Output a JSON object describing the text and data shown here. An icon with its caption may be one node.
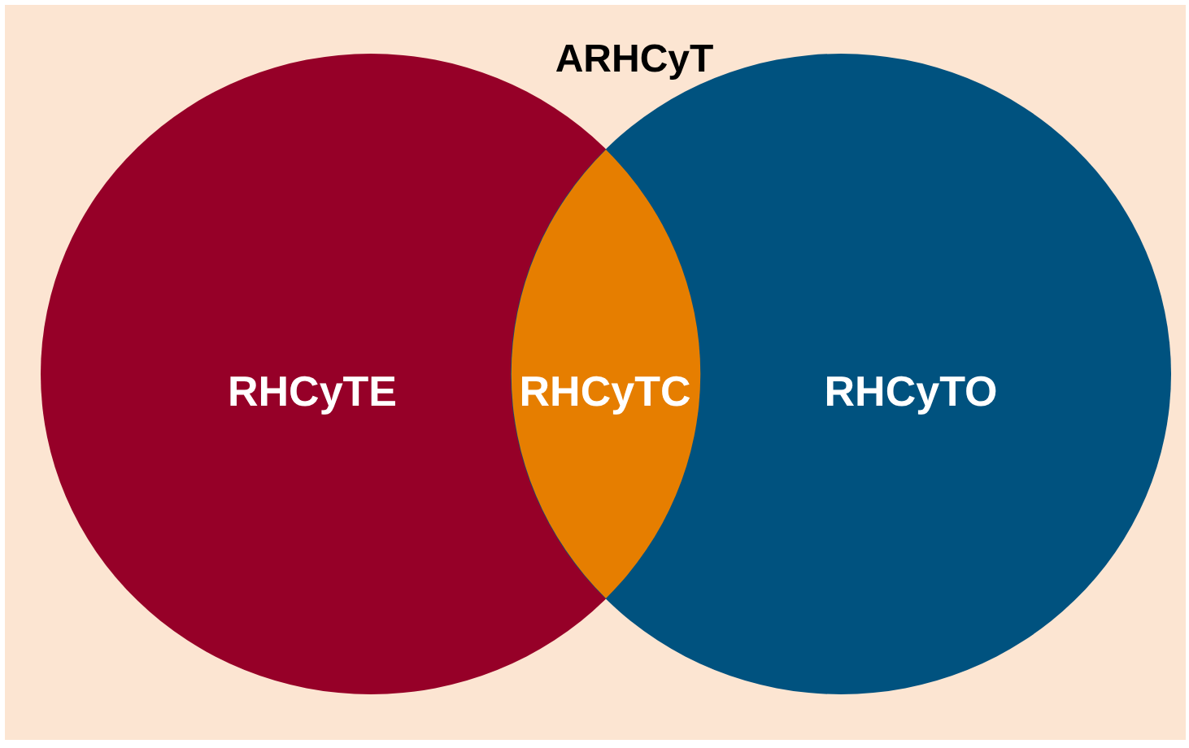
{
  "diagram": {
    "nodes": [
      {
        "text": [
          "ARHCyT"
        ]
      },
      {
        "text": [
          "RHCyTE"
        ],
        "in": 0
      },
      {
        "text": [
          "RHCyTC"
        ]
      },
      {
        "text": [
          "RHCyTO"
        ],
        "in": 0
      }
    ]
  }
}
